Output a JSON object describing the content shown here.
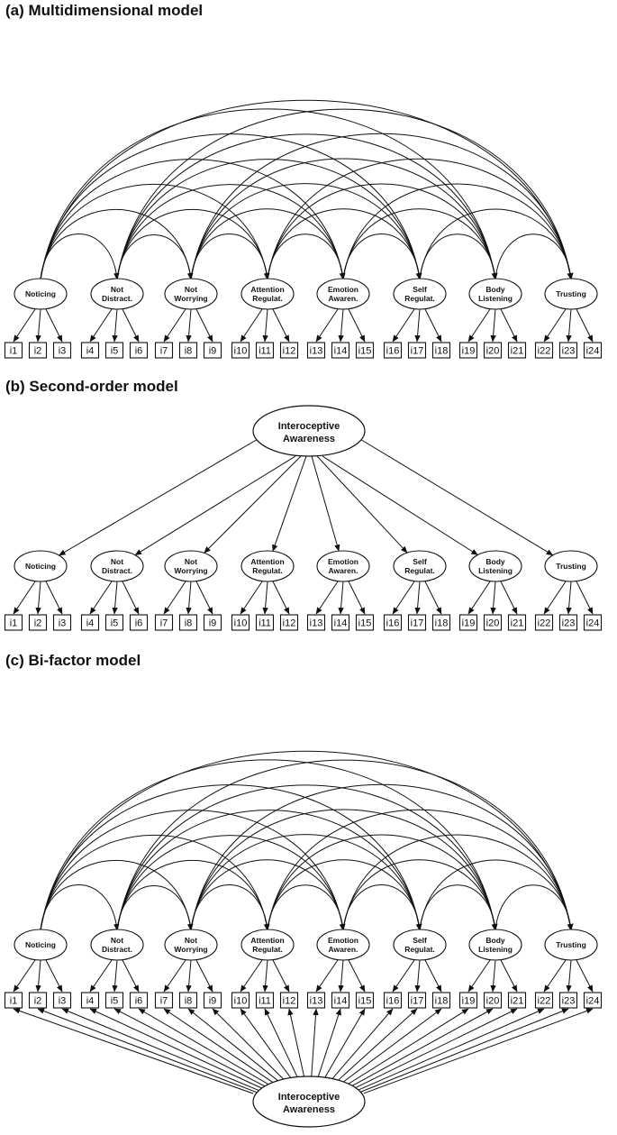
{
  "panels": {
    "a": {
      "title": "(a) Multidimensional model"
    },
    "b": {
      "title": "(b) Second-order model"
    },
    "c": {
      "title": "(c) Bi-factor model"
    }
  },
  "general_factor": {
    "line1": "Interoceptive",
    "line2": "Awareness"
  },
  "factors": [
    {
      "lines": [
        "Noticing"
      ],
      "items": [
        "i1",
        "i2",
        "i3"
      ]
    },
    {
      "lines": [
        "Not",
        "Distract."
      ],
      "items": [
        "i4",
        "i5",
        "i6"
      ]
    },
    {
      "lines": [
        "Not",
        "Worrying"
      ],
      "items": [
        "i7",
        "i8",
        "i9"
      ]
    },
    {
      "lines": [
        "Attention",
        "Regulat."
      ],
      "items": [
        "i10",
        "i11",
        "i12"
      ]
    },
    {
      "lines": [
        "Emotion",
        "Awaren."
      ],
      "items": [
        "i13",
        "i14",
        "i15"
      ]
    },
    {
      "lines": [
        "Self",
        "Regulat."
      ],
      "items": [
        "i16",
        "i17",
        "i18"
      ]
    },
    {
      "lines": [
        "Body",
        "Listening"
      ],
      "items": [
        "i19",
        "i20",
        "i21"
      ]
    },
    {
      "lines": [
        "Trusting"
      ],
      "items": [
        "i22",
        "i23",
        "i24"
      ]
    }
  ]
}
